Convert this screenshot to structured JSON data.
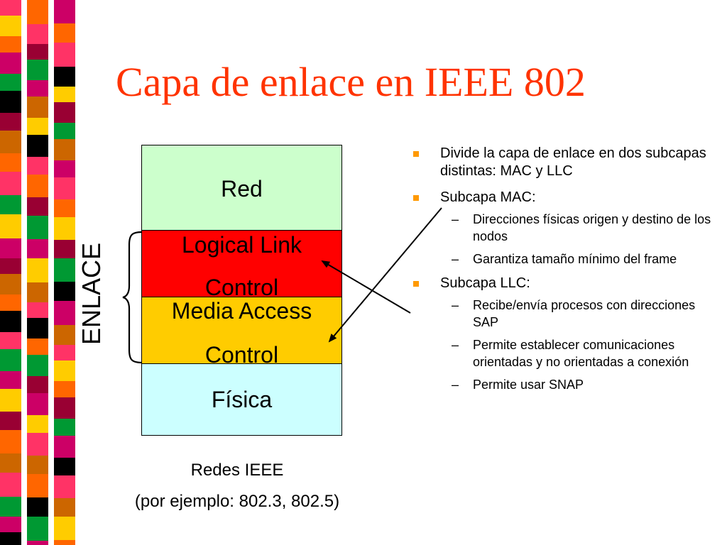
{
  "slide": {
    "title": "Capa de enlace en IEEE 802"
  },
  "colors": {
    "title": "#ff3300",
    "bullet": "#ff9900",
    "stripes": [
      "#ff3366",
      "#cc0066",
      "#ff6600",
      "#ffcc00",
      "#009933",
      "#000000",
      "#990033",
      "#cc6600"
    ],
    "layers": {
      "red": "#ccffcc",
      "llc": "#ff0000",
      "mac": "#ffcc00",
      "fisica": "#ccffff"
    }
  },
  "stack": {
    "layers": [
      {
        "id": "red",
        "lines": [
          "Red"
        ]
      },
      {
        "id": "llc",
        "lines": [
          "Logical Link",
          "Control"
        ]
      },
      {
        "id": "mac",
        "lines": [
          "Media Access",
          "Control"
        ]
      },
      {
        "id": "fisica",
        "lines": [
          "Física"
        ]
      }
    ],
    "group_label": "ENLACE",
    "caption_line1": "Redes IEEE",
    "caption_line2": "(por ejemplo: 802.3, 802.5)"
  },
  "bullets": [
    {
      "text": "Divide la capa de enlace en dos subcapas distintas: MAC y LLC",
      "sub": []
    },
    {
      "text": "Subcapa MAC:",
      "sub": [
        "Direcciones físicas origen y destino de los nodos",
        "Garantiza tamaño mínimo del frame"
      ]
    },
    {
      "text": "Subcapa LLC:",
      "sub": [
        "Recibe/envía procesos con direcciones SAP",
        "Permite establecer comunicaciones orientadas y no orientadas a conexión",
        "Permite usar SNAP"
      ]
    }
  ]
}
